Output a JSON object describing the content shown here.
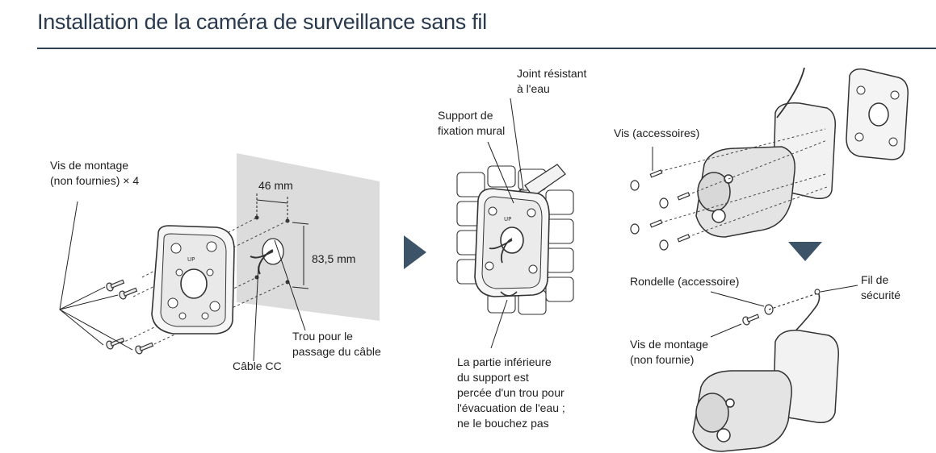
{
  "title": "Installation de la caméra de surveillance sans fil",
  "panel1": {
    "screws": "Vis de montage\n(non fournies) × 4",
    "width": "46 mm",
    "height": "83,5 mm",
    "hole": "Trou pour le\npassage du câble",
    "cable": "Câble CC"
  },
  "panel2": {
    "seal": "Joint résistant\nà l'eau",
    "bracket": "Support de\nfixation mural",
    "drain": "La partie inférieure\ndu support est\npercée d'un trou pour\nl'évacuation de l'eau ;\nne le bouchez pas"
  },
  "panel3": {
    "screws": "Vis (accessoires)",
    "washer": "Rondelle (accessoire)",
    "wire": "Fil de\nsécurité",
    "mount_screw": "Vis de montage\n(non fournie)"
  },
  "colors": {
    "title": "#2a3a4e",
    "arrow": "#3d5468",
    "wall": "#dcdcdc"
  }
}
